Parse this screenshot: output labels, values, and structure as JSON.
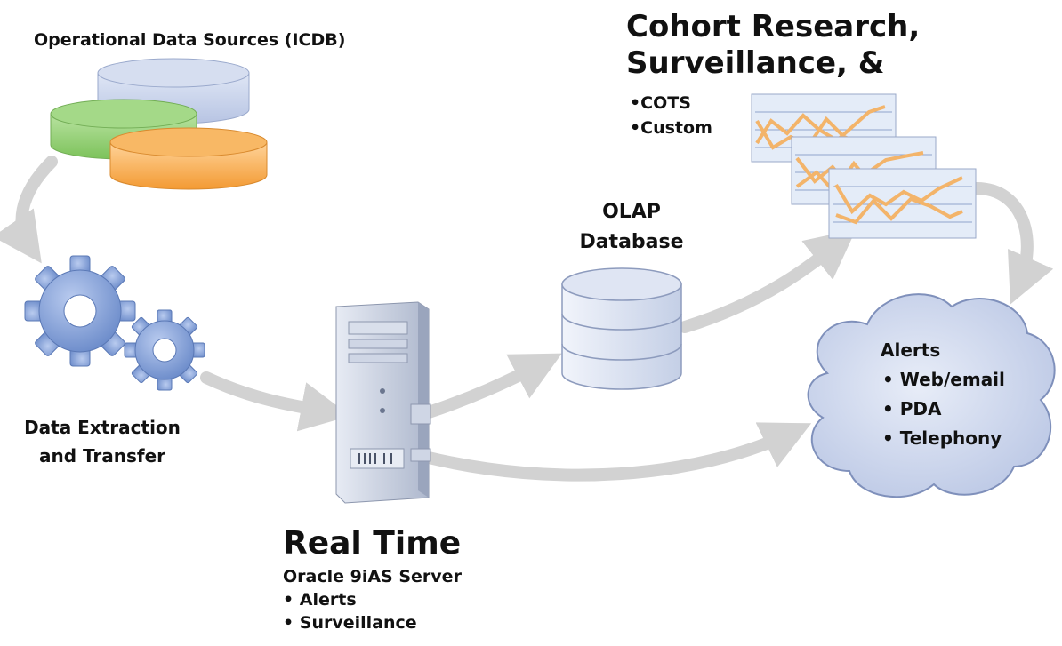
{
  "sources": {
    "title": "Operational Data Sources (ICDB)"
  },
  "etl": {
    "line1": "Data Extraction",
    "line2": "and Transfer"
  },
  "olap": {
    "line1": "OLAP",
    "line2": "Database"
  },
  "cohort": {
    "line1": "Cohort Research,",
    "line2": "Surveillance, &",
    "items": [
      "COTS",
      "Custom"
    ]
  },
  "alerts": {
    "title": "Alerts",
    "items": [
      "Web/email",
      "PDA",
      "Telephony"
    ]
  },
  "realtime": {
    "title": "Real Time",
    "subtitle": "Oracle 9iAS Server",
    "items": [
      "Alerts",
      "Surveillance"
    ]
  },
  "colors": {
    "arrow": "#d2d2d2",
    "db_blue": "#c8d2ea",
    "db_green": "#9bd47c",
    "db_orange": "#f5a84a",
    "gear": "#7f9fd6",
    "cloud": "#c9d3ea",
    "chart_line": "#f3b46a",
    "chart_bg": "#e4ecf8"
  }
}
